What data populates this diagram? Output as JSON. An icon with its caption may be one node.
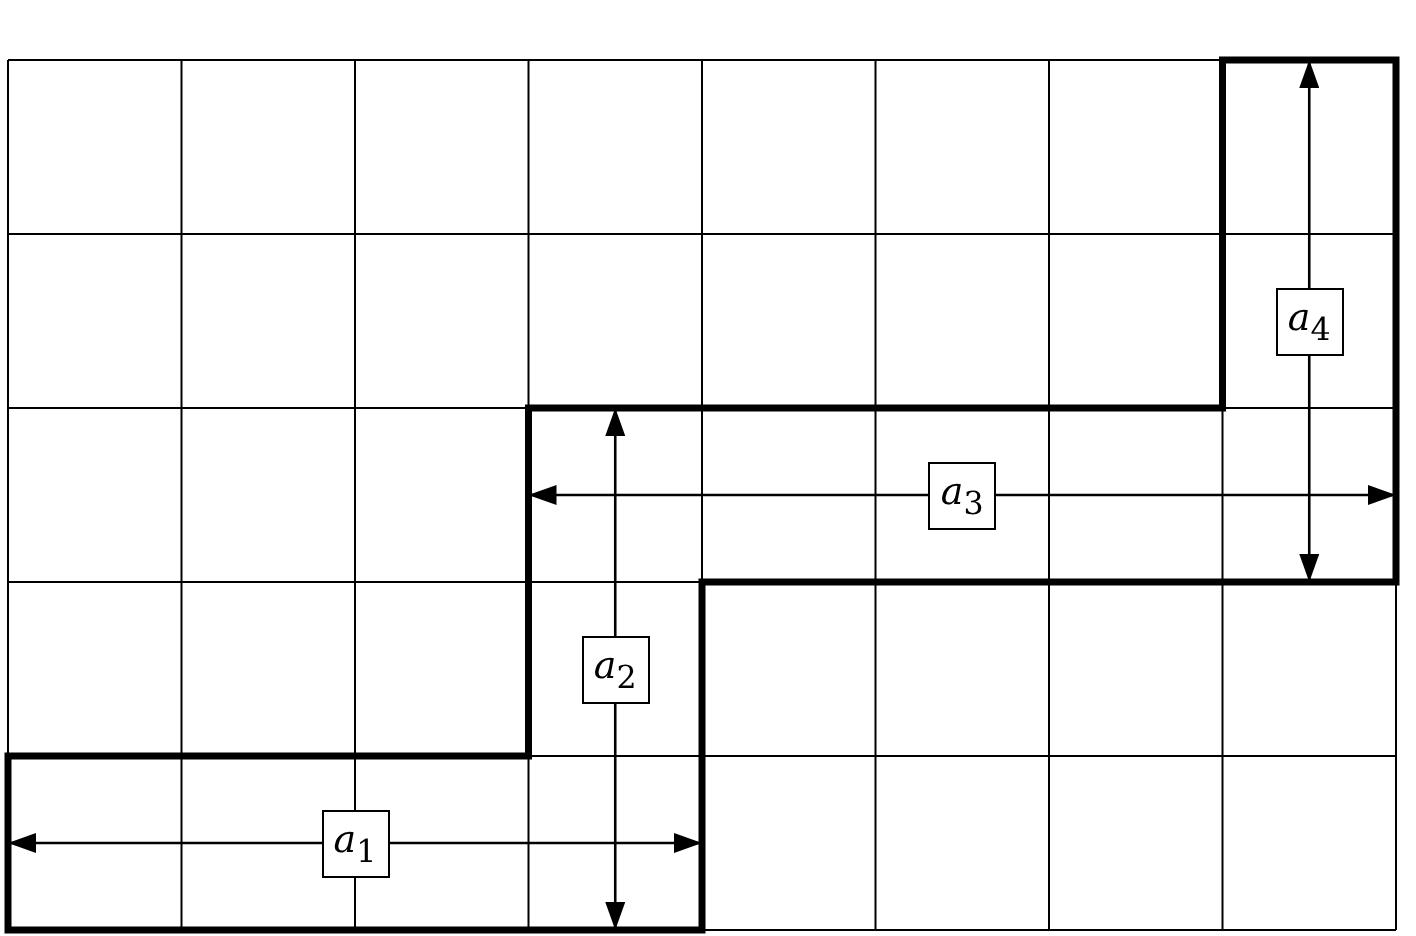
{
  "diagram": {
    "nodes": [
      {
        "text": [
          "*a*$_{1}$"
        ]
      },
      {
        "text": [
          "*a*$_{2}$"
        ]
      },
      {
        "text": [
          "*a*$_{3}$"
        ]
      },
      {
        "text": [
          "*a*$_{4}$"
        ]
      }
    ]
  }
}
